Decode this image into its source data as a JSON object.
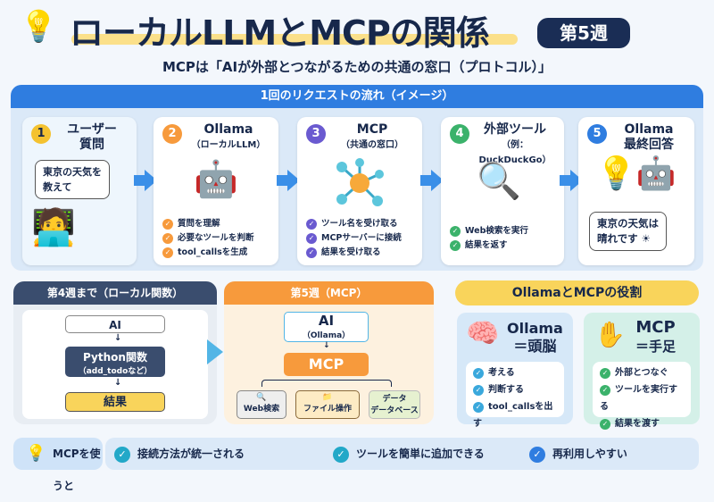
{
  "header": {
    "title": "ローカルLLMとMCPの関係",
    "badge": "第5週",
    "subtitle": "MCPは「AIが外部とつながるための共通の窓口（プロトコル）」"
  },
  "flow": {
    "title": "1回のリクエストの流れ（イメージ）",
    "steps": [
      {
        "num": "1",
        "title": "ユーザー",
        "title2": "質問",
        "bubble": [
          "東京の天気を",
          "教えて"
        ],
        "checks": []
      },
      {
        "num": "2",
        "title": "Ollama",
        "sub": "（ローカルLLM）",
        "checks": [
          "質問を理解",
          "必要なツールを判断",
          "tool_callsを生成"
        ]
      },
      {
        "num": "3",
        "title": "MCP",
        "sub": "（共通の窓口）",
        "checks": [
          "ツール名を受け取る",
          "MCPサーバーに接続",
          "結果を受け取る"
        ]
      },
      {
        "num": "4",
        "title": "外部ツール",
        "sub": "（例：DuckDuckGo）",
        "checks": [
          "Web検索を実行",
          "結果を返す"
        ]
      },
      {
        "num": "5",
        "title": "Ollama",
        "title2": "最終回答",
        "bubble": [
          "東京の天気は",
          "晴れです ☀"
        ],
        "checks": []
      }
    ]
  },
  "compare": {
    "week4": {
      "title": "第4週まで（ローカル関数）",
      "ai": "AI",
      "func": "Python関数",
      "func_sub": "（add_todoなど）",
      "result": "結果"
    },
    "week5": {
      "title": "第5週（MCP）",
      "ai": "AI",
      "ai_sub": "（Ollama）",
      "mcp": "MCP",
      "tools": [
        "Web検索",
        "ファイル操作",
        "データベース"
      ],
      "tool3_top": "データ"
    }
  },
  "roles": {
    "title": "OllamaとMCPの役割",
    "ollama": {
      "name": "Ollama",
      "role": "＝頭脳",
      "items": [
        "考える",
        "判断する",
        "tool_callsを出す"
      ]
    },
    "mcp": {
      "name": "MCP",
      "role": "＝手足",
      "items": [
        "外部とつなぐ",
        "ツールを実行する",
        "結果を渡す"
      ]
    }
  },
  "benefits": {
    "label": "MCPを使うと",
    "items": [
      "接続方法が統一される",
      "ツールを簡単に追加できる",
      "再利用しやすい"
    ]
  },
  "colors": {
    "navy": "#17284b",
    "blue": "#2f7de0",
    "orange": "#f79a3c",
    "yellow": "#f9d45b"
  }
}
